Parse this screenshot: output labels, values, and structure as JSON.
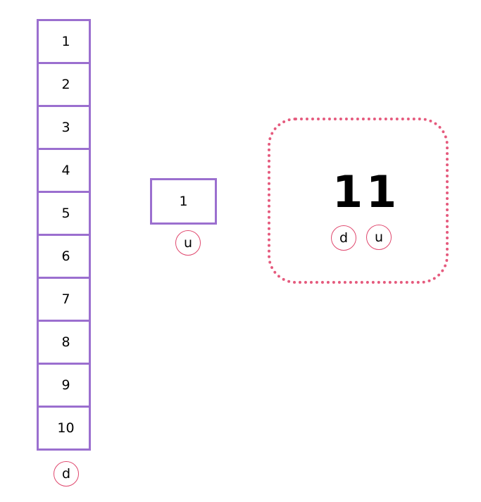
{
  "tens_column": {
    "cells": [
      "1",
      "2",
      "3",
      "4",
      "5",
      "6",
      "7",
      "8",
      "9",
      "10"
    ],
    "label": "d"
  },
  "ones_box": {
    "value": "1",
    "label": "u"
  },
  "result": {
    "tens_digit": "1",
    "ones_digit": "1",
    "tens_label": "d",
    "ones_label": "u"
  },
  "colors": {
    "box_border": "#9b6fcf",
    "circle_border": "#e0486e",
    "frame_border": "#e55a7d"
  }
}
